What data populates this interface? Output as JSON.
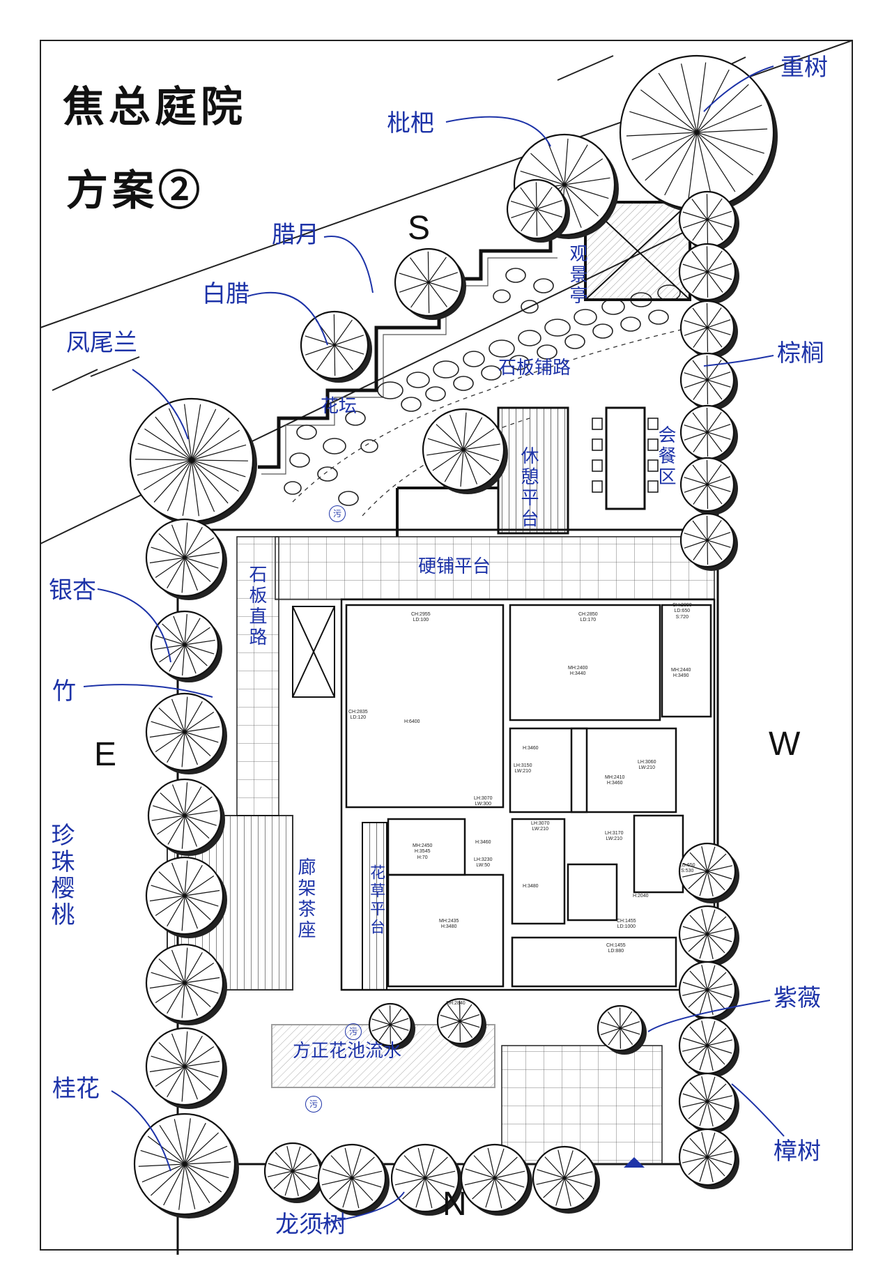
{
  "title": {
    "line1": "焦总庭院",
    "line2": "方案②"
  },
  "compass": {
    "south": "S",
    "north": "N",
    "east": "E",
    "west": "W"
  },
  "plant_labels": {
    "loquat": "枇杷",
    "bauhinia": "重树",
    "wintersweet": "腊月",
    "magnolia": "白腊",
    "yucca": "凤尾兰",
    "palm": "棕榈",
    "ginkgo": "银杏",
    "bamboo": "竹",
    "cherry": "珍珠樱桃",
    "osmanthus": "桂花",
    "crape": "紫薇",
    "camphor": "樟树",
    "dragon": "龙须树"
  },
  "area_labels": {
    "pavilion": "观景亭",
    "stone_path": "石板铺路",
    "flower_bed": "花坛",
    "dining": "会餐区",
    "rest_platform": "休憩平台",
    "hard_platform": "硬铺平台",
    "stone_walk": "石板直路",
    "tea_seat": "廊架茶座",
    "flower_terrace": "花草平台",
    "water": "方正花池流水"
  },
  "pool_marks": [
    "污",
    "污",
    "污"
  ],
  "rooms": [
    {
      "text": "CH:2955\nLD:100"
    },
    {
      "text": "CH:2850\nLD:170"
    },
    {
      "text": "CH:2090\nLD:650\nS:720"
    },
    {
      "text": "MH:2400\nH:3440"
    },
    {
      "text": "MH:2440\nH:3490"
    },
    {
      "text": "CH:2835\nLD:120"
    },
    {
      "text": "H:6400"
    },
    {
      "text": "H:3460"
    },
    {
      "text": "LH:3150\nLW:210"
    },
    {
      "text": "LH:3060\nLW:210"
    },
    {
      "text": "MH:2410\nH:3460"
    },
    {
      "text": "LH:3070\nLW:300"
    },
    {
      "text": "MH:2450\nH:3545\nH:70"
    },
    {
      "text": "H:3460"
    },
    {
      "text": "LH:3230\nLW:50"
    },
    {
      "text": "LH:3070\nLW:210"
    },
    {
      "text": "LH:3170\nLW:210"
    },
    {
      "text": "MH:2435\nH:3480"
    },
    {
      "text": "H:3480"
    },
    {
      "text": "H:2040"
    },
    {
      "text": "CH:1455\nLD:1000"
    },
    {
      "text": "CH:1455\nLD:880"
    },
    {
      "text": "CH:2840"
    },
    {
      "text": "LD:650\nS:530"
    }
  ]
}
